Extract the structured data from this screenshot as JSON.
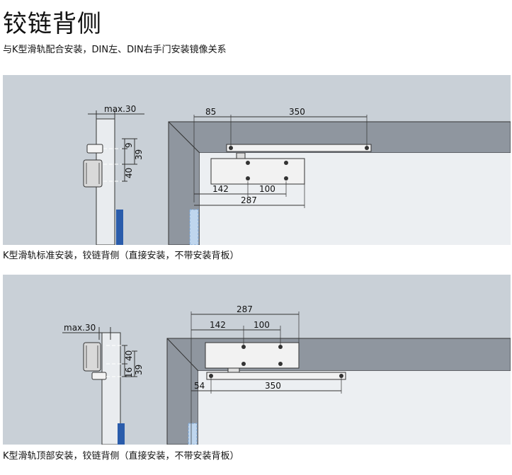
{
  "header": {
    "title": "铰链背侧",
    "subtitle": "与K型滑轨配合安装，DIN左、DIN右手门安装镜像关系"
  },
  "figures": [
    {
      "caption": "K型滑轨标准安装，铰链背侧（直接安装，不带安装背板）",
      "dims": {
        "max30": "max.30",
        "d9": "9",
        "d39": "39",
        "d40": "40",
        "d85": "85",
        "d350": "350",
        "d142": "142",
        "d100": "100",
        "d287": "287"
      }
    },
    {
      "caption": "K型滑轨顶部安装，铰链背侧（直接安装，不带安装背板）",
      "dims": {
        "max30": "max.30",
        "d40": "40",
        "d16": "16",
        "d39": "39",
        "d287": "287",
        "d142": "142",
        "d100": "100",
        "d54": "54",
        "d350": "350"
      }
    }
  ],
  "colors": {
    "background": "#c9d0d7",
    "frame": "#8f969f",
    "door_inner": "#eceff2",
    "accent_blue": "#2a5cab",
    "glass": "#bfd6ee"
  }
}
